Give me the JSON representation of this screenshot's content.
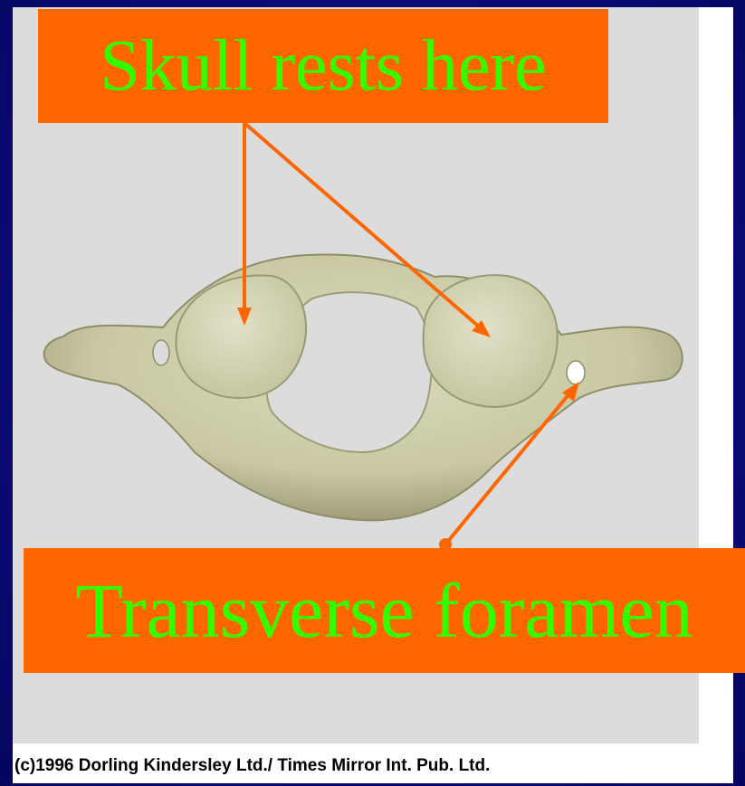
{
  "labels": {
    "top": "Skull rests here",
    "bottom": "Transverse foramen"
  },
  "credit": "(c)1996 Dorling Kindersley Ltd./ Times Mirror Int. Pub. Ltd.",
  "colors": {
    "slide_background": "#0a0a78",
    "label_box": "#ff6600",
    "label_text": "#33ff00",
    "arrow": "#ff6600",
    "bone": "#cdcca8",
    "image_background": "#dcdcdc"
  }
}
